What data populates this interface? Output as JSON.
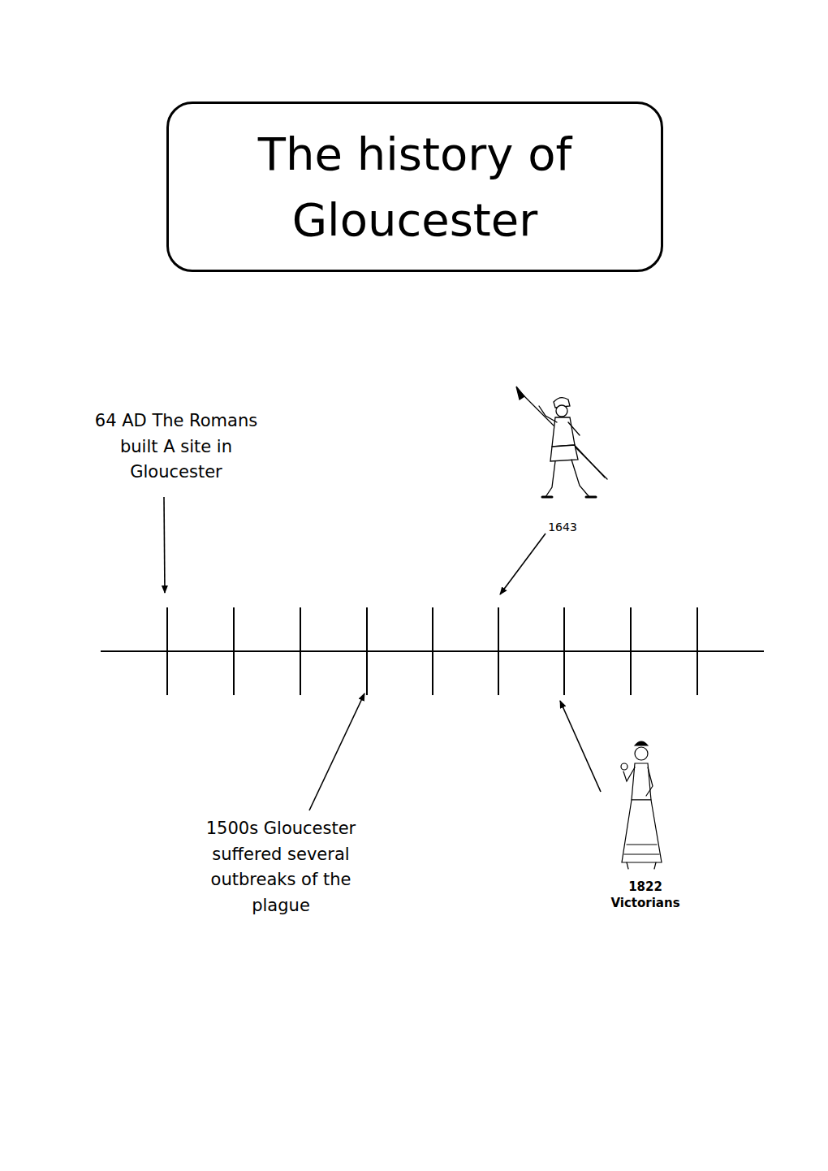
{
  "diagram": {
    "title": "The history of Gloucester",
    "labels": [
      "64 AD The Romans built A site in Gloucester",
      "1643",
      "1500s Gloucester suffered several outbreaks of the plague",
      "1822 Victorians"
    ]
  }
}
